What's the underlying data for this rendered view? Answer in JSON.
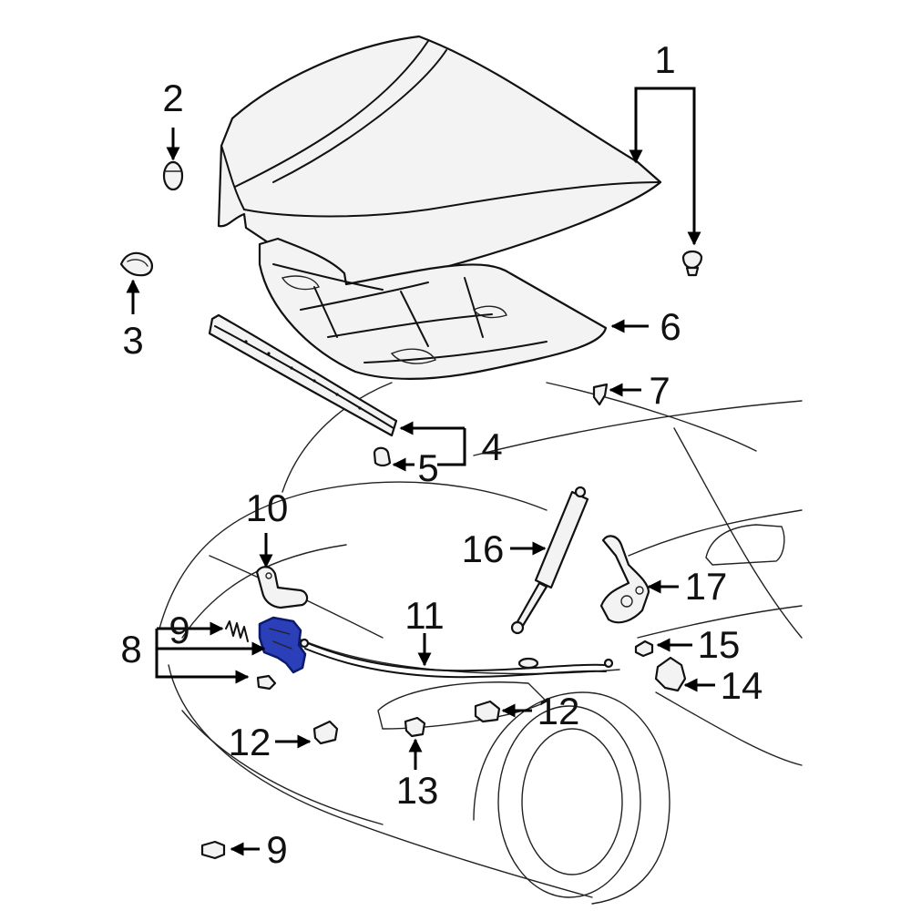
{
  "diagram": {
    "highlight_color": "#2b3fb8",
    "callouts": [
      {
        "id": "c1",
        "label": "1"
      },
      {
        "id": "c2",
        "label": "2"
      },
      {
        "id": "c3",
        "label": "3"
      },
      {
        "id": "c4",
        "label": "4"
      },
      {
        "id": "c5",
        "label": "5"
      },
      {
        "id": "c6",
        "label": "6"
      },
      {
        "id": "c7",
        "label": "7"
      },
      {
        "id": "c8",
        "label": "8"
      },
      {
        "id": "c9a",
        "label": "9"
      },
      {
        "id": "c9b",
        "label": "9"
      },
      {
        "id": "c10",
        "label": "10"
      },
      {
        "id": "c11",
        "label": "11"
      },
      {
        "id": "c12a",
        "label": "12"
      },
      {
        "id": "c12b",
        "label": "12"
      },
      {
        "id": "c13",
        "label": "13"
      },
      {
        "id": "c14",
        "label": "14"
      },
      {
        "id": "c15",
        "label": "15"
      },
      {
        "id": "c16",
        "label": "16"
      },
      {
        "id": "c17",
        "label": "17"
      }
    ]
  }
}
